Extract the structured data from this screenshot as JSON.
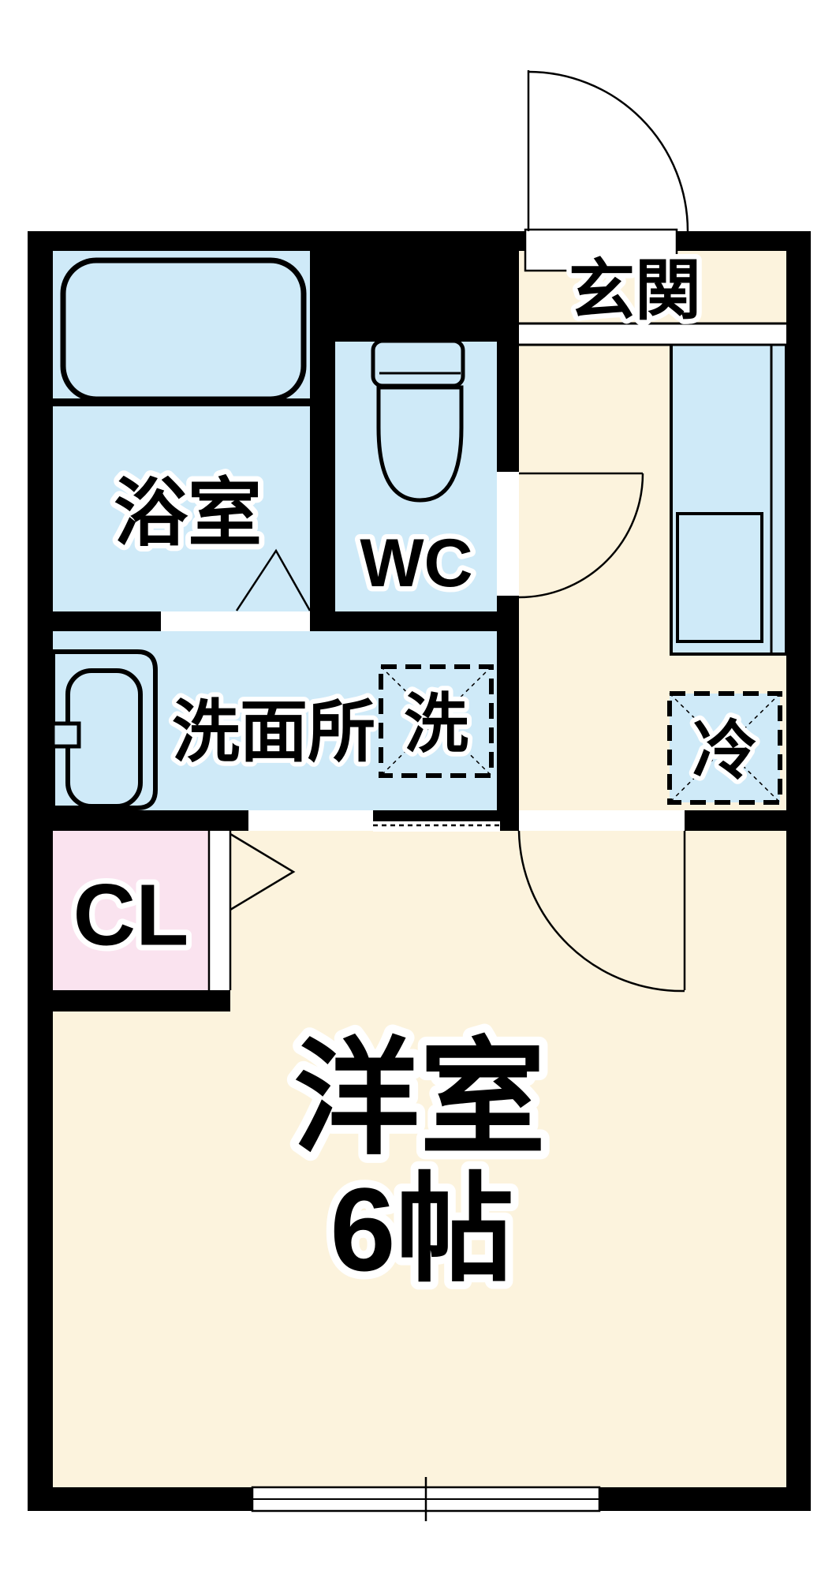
{
  "plan": {
    "title": "1K apartment floor plan",
    "rooms": {
      "genkan": {
        "label": "玄関"
      },
      "bathroom": {
        "label": "浴室"
      },
      "toilet": {
        "label": "WC"
      },
      "washroom": {
        "label": "洗面所"
      },
      "washer": {
        "label": "洗"
      },
      "fridge": {
        "label": "冷"
      },
      "closet": {
        "label": "CL"
      },
      "main_room": {
        "label": "洋室",
        "size": "6帖"
      }
    },
    "colors": {
      "wall": "#000000",
      "water_blue": "#cfeaf8",
      "floor_cream": "#fcf3dd",
      "closet_pink": "#fae3ef",
      "white": "#ffffff"
    }
  }
}
